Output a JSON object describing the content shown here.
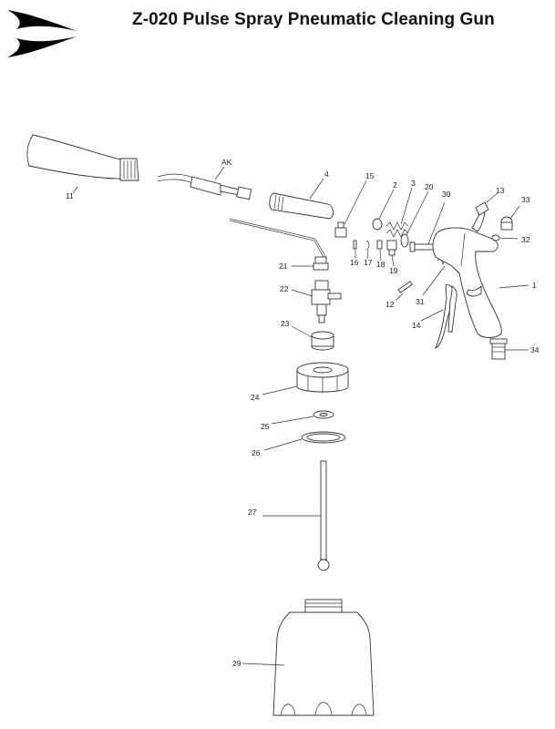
{
  "header": {
    "title": "Z-020  Pulse Spray Pneumatic Cleaning Gun"
  },
  "brand_logo": {
    "icon": "stylized-arrow-logo",
    "color": "#000000"
  },
  "callouts": {
    "p1": "1",
    "p2": "2",
    "p3": "3",
    "p4": "4",
    "p11": "11",
    "p12": "12",
    "p13": "13",
    "p14": "14",
    "p15": "15",
    "p16": "16",
    "p17": "17",
    "p18": "18",
    "p19": "19",
    "p20": "20",
    "p21": "21",
    "p22": "22",
    "p23": "23",
    "p24": "24",
    "p25": "25",
    "p26": "26",
    "p27": "27",
    "p29": "29",
    "p30": "30",
    "p31": "31",
    "p32": "32",
    "p33": "33",
    "p34": "34",
    "pAK": "AK"
  }
}
